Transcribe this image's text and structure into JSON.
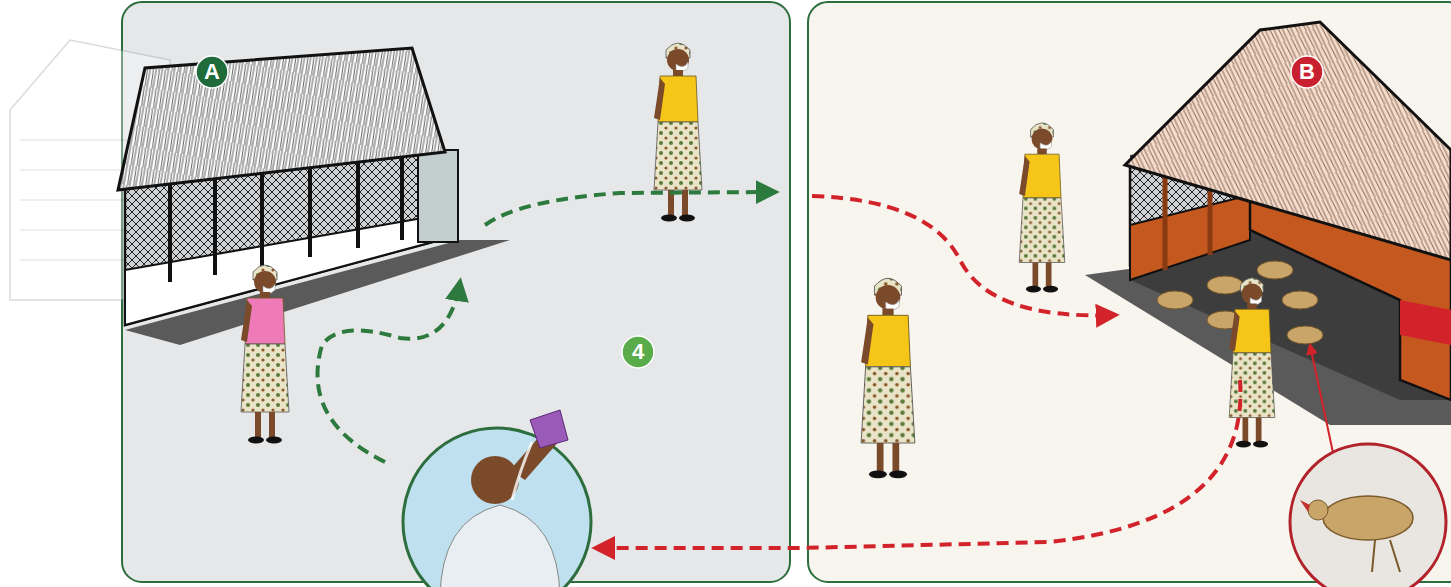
{
  "diagram": {
    "nodes": [
      {
        "text": [
          "A"
        ]
      },
      {
        "text": [
          "B"
        ]
      },
      {
        "text": [
          "4"
        ]
      }
    ]
  }
}
